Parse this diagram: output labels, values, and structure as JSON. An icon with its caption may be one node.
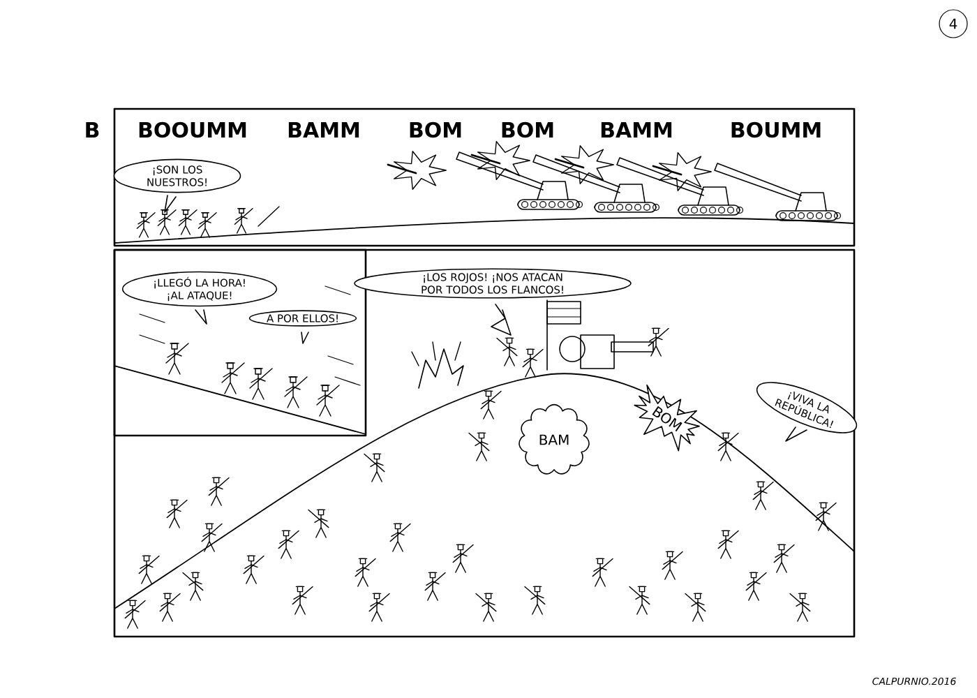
{
  "diagram": {
    "nodes": [
      {
        "text": [
          "4"
        ]
      },
      {
        "text": [],
        "shape": "box"
      },
      {
        "text": [
          "¡SON LOS NUESTROS!"
        ],
        "in": 1
      },
      {
        "text": [],
        "shape": "box"
      },
      {
        "text": [],
        "shape": "box",
        "in": 3
      },
      {
        "text": [
          "¡LLEGÓ LA HORA! ¡AL ATAQUE!"
        ],
        "in": 4
      },
      {
        "text": [
          "A POR ELLOS!"
        ],
        "in": 4
      },
      {
        "text": [
          "¡LOS ROJOS! ¡NOS ATACAN POR TODOS LOS FLANCOS!"
        ],
        "in": 3
      },
      {
        "text": [
          "BAM"
        ],
        "in": 3
      },
      {
        "text": [
          "BOM"
        ],
        "in": 3
      },
      {
        "text": [
          "¡VIVA LA REPÚBLICA!"
        ],
        "in": 3
      }
    ],
    "labels": [
      "B",
      "BOOUMM",
      "BAMM",
      "BOM",
      "BOM",
      "BAMM",
      "BOUMM",
      "CALPURNIO.2016"
    ]
  }
}
